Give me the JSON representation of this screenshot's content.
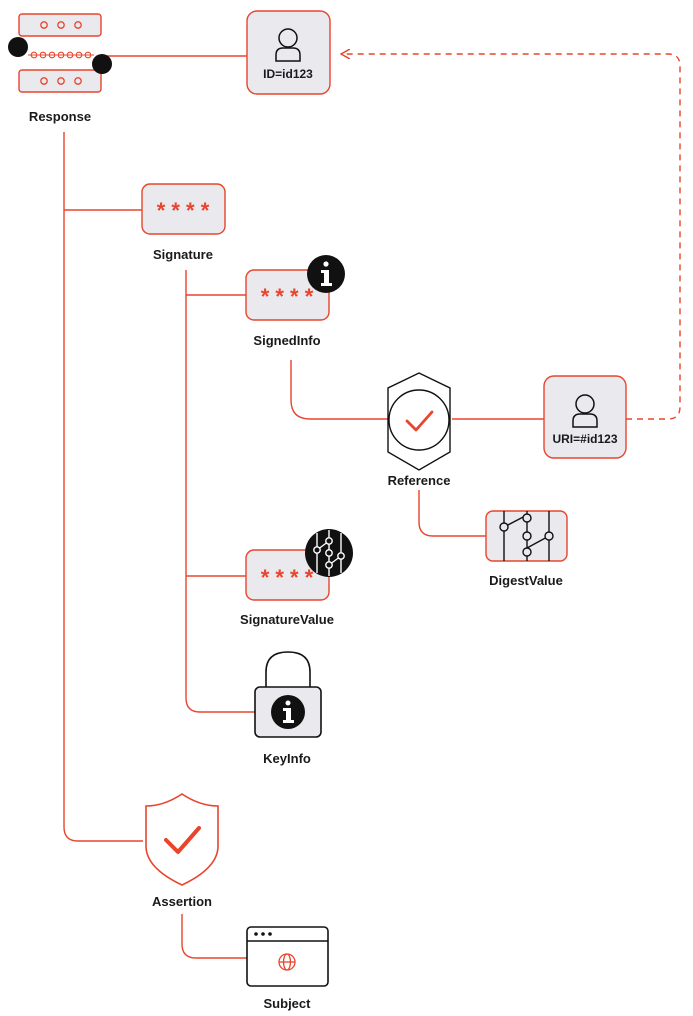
{
  "colors": {
    "accent": "#e8452c",
    "ink": "#111111",
    "box_fill": "#e9e9ee",
    "background": "#ffffff"
  },
  "nodes": {
    "response": {
      "label": "Response",
      "icon": "server-rack-icon"
    },
    "id_element": {
      "text": "ID=id123",
      "icon": "user-icon"
    },
    "signature": {
      "label": "Signature",
      "icon": "masked-password-icon",
      "mask": "* * * *"
    },
    "signed_info": {
      "label": "SignedInfo",
      "icon": "masked-password-icon",
      "mask": "* * * *",
      "badge": "info-icon"
    },
    "reference": {
      "label": "Reference",
      "icon": "check-shield-icon"
    },
    "reference_uri": {
      "text": "URI=#id123",
      "icon": "user-icon"
    },
    "digest_value": {
      "label": "DigestValue",
      "icon": "hash-tree-icon"
    },
    "signature_value": {
      "label": "SignatureValue",
      "icon": "masked-password-icon",
      "mask": "* * * *",
      "badge": "hash-tree-icon"
    },
    "key_info": {
      "label": "KeyInfo",
      "icon": "padlock-info-icon"
    },
    "assertion": {
      "label": "Assertion",
      "icon": "check-shield-icon"
    },
    "subject": {
      "label": "Subject",
      "icon": "browser-globe-icon"
    }
  },
  "edges": [
    {
      "from": "response",
      "to": "id_element",
      "style": "solid"
    },
    {
      "from": "response",
      "to": "signature",
      "style": "solid"
    },
    {
      "from": "response",
      "to": "assertion",
      "style": "solid"
    },
    {
      "from": "signature",
      "to": "signed_info",
      "style": "solid"
    },
    {
      "from": "signature",
      "to": "signature_value",
      "style": "solid"
    },
    {
      "from": "signature",
      "to": "key_info",
      "style": "solid"
    },
    {
      "from": "signed_info",
      "to": "reference",
      "style": "solid"
    },
    {
      "from": "reference",
      "to": "reference_uri",
      "style": "solid"
    },
    {
      "from": "reference",
      "to": "digest_value",
      "style": "solid"
    },
    {
      "from": "reference_uri",
      "to": "id_element",
      "style": "dashed",
      "arrow": true
    },
    {
      "from": "assertion",
      "to": "subject",
      "style": "solid"
    }
  ]
}
